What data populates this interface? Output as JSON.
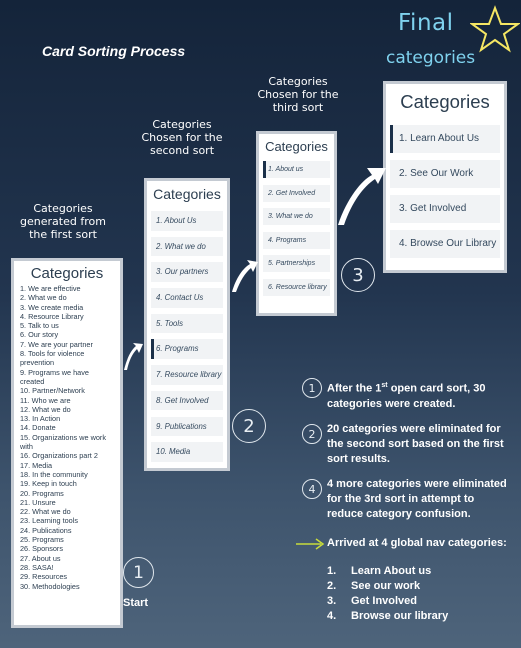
{
  "title": "Card Sorting Process",
  "final": {
    "line1": "Final",
    "line2": "categories"
  },
  "captions": {
    "first": "Categories generated from the first sort",
    "second": "Categories Chosen for the second sort",
    "third": "Categories Chosen for the third sort"
  },
  "card1": {
    "heading": "Categories",
    "items": [
      "1. We are effective",
      "2. What we do",
      "3. We create media",
      "4. Resource Library",
      "5. Talk to us",
      "6. Our story",
      "7. We are your partner",
      "8. Tools for violence prevention",
      "9. Programs we have created",
      "10. Partner/Network",
      "11. Who we are",
      "12. What we do",
      "13. In Action",
      "14. Donate",
      "15. Organizations we work with",
      "16. Organizations part 2",
      "17. Media",
      "18. In the community",
      "19. Keep in touch",
      "20. Programs",
      "21. Unsure",
      "22. What we do",
      "23. Learning tools",
      "24. Publications",
      "25. Programs",
      "26. Sponsors",
      "27. About us",
      "28. SASA!",
      "29. Resources",
      "30. Methodologies"
    ]
  },
  "card2": {
    "heading": "Categories",
    "items": [
      "1. About Us",
      "2. What we do",
      "3. Our partners",
      "4. Contact Us",
      "5. Tools",
      "6. Programs",
      "7. Resource library",
      "8. Get Involved",
      "9. Publications",
      "10. Media"
    ]
  },
  "card3": {
    "heading": "Categories",
    "items": [
      "1. About us",
      "2. Get Involved",
      "3. What we do",
      "4. Programs",
      "5. Partnerships",
      "6. Resource library"
    ]
  },
  "card4": {
    "heading": "Categories",
    "items": [
      "1. Learn About Us",
      "2. See Our Work",
      "3. Get Involved",
      "4. Browse Our Library"
    ]
  },
  "steps": {
    "one": "1",
    "two": "2",
    "three": "3",
    "start": "Start"
  },
  "notes": {
    "n1_num": "1",
    "n1_pre": "After the 1",
    "n1_sup": "st",
    "n1_post": " open card sort, 30 categories were created.",
    "n2_num": "2",
    "n2": "20 categories were eliminated for the second sort based on the first sort results.",
    "n3_num": "4",
    "n3": "4 more categories were eliminated for the 3rd sort in attempt to reduce category confusion.",
    "n4": "Arrived at 4 global nav categories:",
    "final_list": [
      {
        "num": "1.",
        "label": "Learn About us"
      },
      {
        "num": "2.",
        "label": "See our work"
      },
      {
        "num": "3.",
        "label": "Get Involved"
      },
      {
        "num": "4.",
        "label": "Browse our library"
      }
    ]
  },
  "colors": {
    "final_text": "#7fd2ee",
    "star": "#f5e663",
    "arrow_accent": "#c8dc3c",
    "highlight_bar": "#1b3049"
  }
}
